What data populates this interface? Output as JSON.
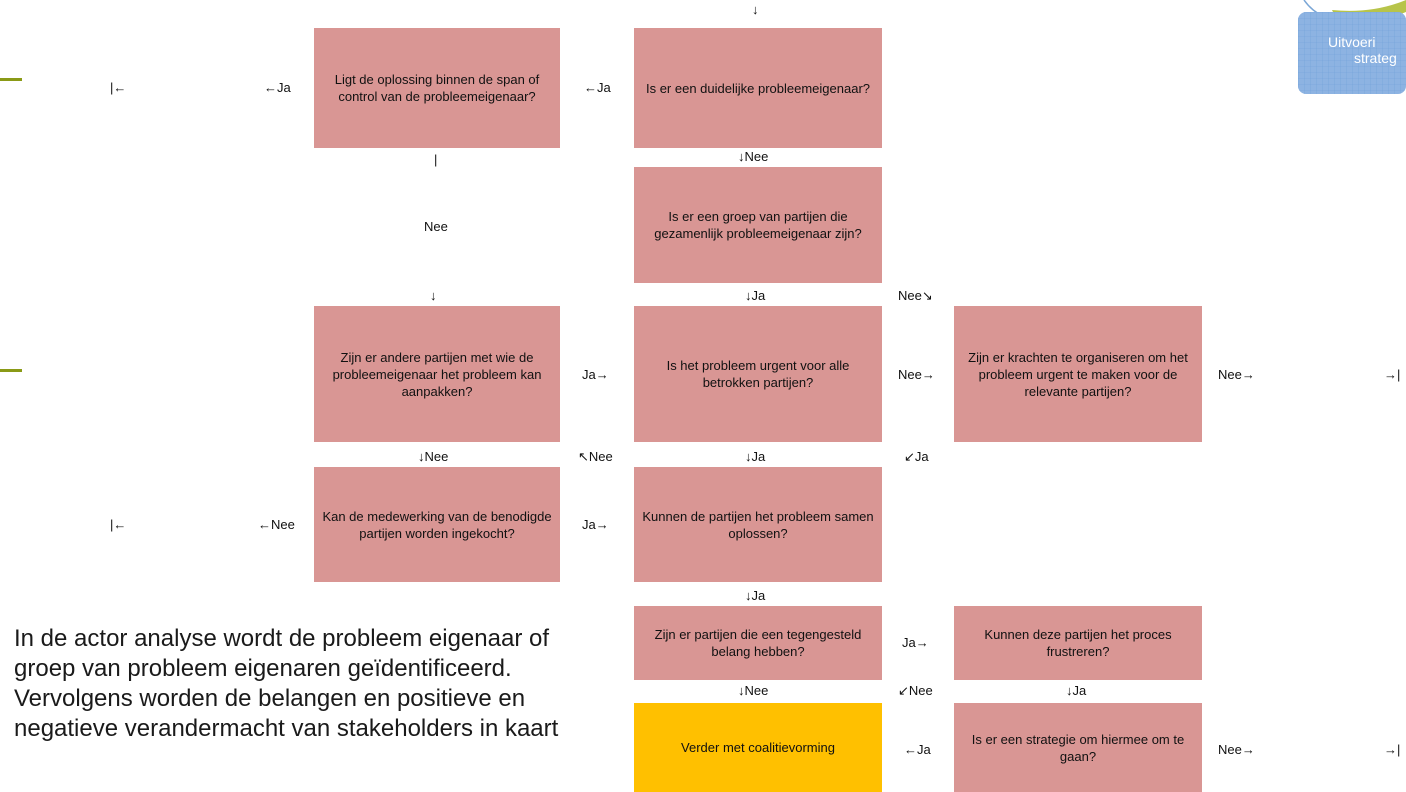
{
  "boxes": {
    "b1": "Ligt de oplossing binnen de span of control van de probleemeigenaar?",
    "b2": "Is er een duidelijke probleemeigenaar?",
    "b3": "Is er een groep van partijen die gezamenlijk probleemeigenaar zijn?",
    "b4": "Zijn er andere partijen met wie de probleemeigenaar het probleem kan aanpakken?",
    "b5": "Is het probleem urgent voor alle betrokken partijen?",
    "b6": "Zijn er krachten te organiseren om het probleem urgent te maken voor de relevante partijen?",
    "b7": "Kan de medewerking van de benodigde partijen worden ingekocht?",
    "b8": "Kunnen de partijen het probleem samen oplossen?",
    "b9": "Zijn er partijen die een tegengesteld belang hebben?",
    "b10": "Kunnen deze partijen het proces frustreren?",
    "b11": "Verder met coalitievorming",
    "b12": "Is er een strategie om hiermee om te gaan?"
  },
  "labels": {
    "top_arrow": "↓",
    "l_bar_left1": "|←",
    "l_ja_b1": "←Ja",
    "l_ja_b2": "←Ja",
    "l_pipe": "|",
    "l_nee_b2": "↓Nee",
    "l_nee_mid": "Nee",
    "l_down_left": "↓",
    "l_ja_b3": "↓Ja",
    "l_nee_diag": "Nee↘",
    "l_ja_b4": "Ja→",
    "l_nee_b5": "Nee→",
    "l_nee_b6": "Nee→",
    "l_end1": "→|",
    "l_nee_b4": "↓Nee",
    "l_nee_back": "↖Nee",
    "l_ja_b5": "↓Ja",
    "l_ja_back": "↙Ja",
    "l_bar_left2": "|←",
    "l_nee_b7": "←Nee",
    "l_ja_b7": "Ja→",
    "l_ja_b8": "↓Ja",
    "l_ja_b9": "Ja→",
    "l_nee_b9": "↓Nee",
    "l_nee_b10back": "↙Nee",
    "l_ja_b10": "↓Ja",
    "l_ja_b12": "←Ja",
    "l_nee_b12": "Nee→",
    "l_end2": "→|"
  },
  "text": {
    "paragraph": "In de actor analyse wordt de probleem eigenaar of groep van probleem eigenaren geïdentificeerd. Vervolgens worden de belangen en positieve en negatieve verandermacht van stakeholders in kaart"
  },
  "logo": {
    "label_line1": "Uitvoeri",
    "label_line2": "strateg"
  },
  "colors": {
    "box": "#d99694",
    "final": "#ffc000",
    "accent_bar": "#8a9a16",
    "logo_blue": "#8db3e2"
  }
}
